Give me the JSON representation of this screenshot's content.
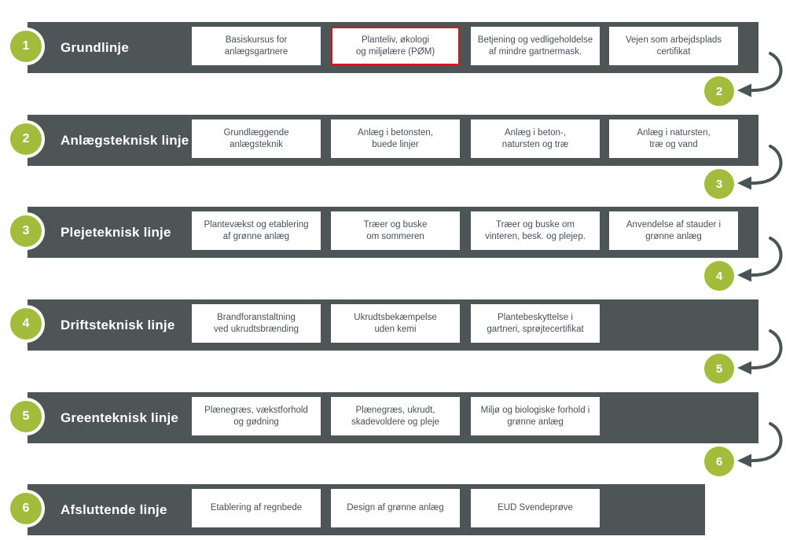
{
  "colors": {
    "bar": "#4d5557",
    "accent_green": "#a3bc3b",
    "arrow": "#4a5356",
    "highlight_red": "#e11019",
    "card_text": "#475059",
    "row_title_text": "#ffffff"
  },
  "rows": [
    {
      "number": "1",
      "title": "Grundlinje",
      "cards": [
        {
          "label": "Basiskursus for\nanlægsgartnere",
          "highlighted": false
        },
        {
          "label": "Planteliv, økologi\nog miljølære (PØM)",
          "highlighted": true
        },
        {
          "label": "Betjening og vedligeholdelse\naf mindre gartnermask.",
          "highlighted": false
        },
        {
          "label": "Vejen som arbejdsplads\ncertifikat",
          "highlighted": false
        }
      ]
    },
    {
      "number": "2",
      "title": "Anlægsteknisk linje",
      "cards": [
        {
          "label": "Grundlæggende\nanlægsteknik",
          "highlighted": false
        },
        {
          "label": "Anlæg i betonsten,\nbuede linjer",
          "highlighted": false
        },
        {
          "label": "Anlæg i beton-,\nnatursten og træ",
          "highlighted": false
        },
        {
          "label": "Anlæg i natursten,\ntræ og vand",
          "highlighted": false
        }
      ]
    },
    {
      "number": "3",
      "title": "Plejeteknisk linje",
      "cards": [
        {
          "label": "Plantevækst og etablering\naf grønne anlæg",
          "highlighted": false
        },
        {
          "label": "Træer og buske\nom sommeren",
          "highlighted": false
        },
        {
          "label": "Træer og buske om\nvinteren, besk. og plejep.",
          "highlighted": false
        },
        {
          "label": "Anvendelse af stauder i\ngrønne anlæg",
          "highlighted": false
        }
      ]
    },
    {
      "number": "4",
      "title": "Driftsteknisk linje",
      "cards": [
        {
          "label": "Brandforanstaltning\nved ukrudtsbrænding",
          "highlighted": false
        },
        {
          "label": "Ukrudtsbekæmpelse\nuden kemi",
          "highlighted": false
        },
        {
          "label": "Plantebeskyttelse i\ngartneri, sprøjtecertifikat",
          "highlighted": false
        }
      ]
    },
    {
      "number": "5",
      "title": "Greenteknisk linje",
      "cards": [
        {
          "label": "Plænegræs, vækstforhold\nog gødning",
          "highlighted": false
        },
        {
          "label": "Plænegræs, ukrudt,\nskadevoldere og pleje",
          "highlighted": false
        },
        {
          "label": "Miljø og biologiske forhold i\ngrønne anlæg",
          "highlighted": false
        }
      ]
    },
    {
      "number": "6",
      "title": "Afsluttende linje",
      "cards": [
        {
          "label": "Etablering af regnbede",
          "highlighted": false
        },
        {
          "label": "Design af grønne anlæg",
          "highlighted": false
        },
        {
          "label": "EUD Svendeprøve",
          "highlighted": false
        }
      ]
    }
  ],
  "connectors": [
    {
      "number": "2"
    },
    {
      "number": "3"
    },
    {
      "number": "4"
    },
    {
      "number": "5"
    },
    {
      "number": "6"
    }
  ]
}
